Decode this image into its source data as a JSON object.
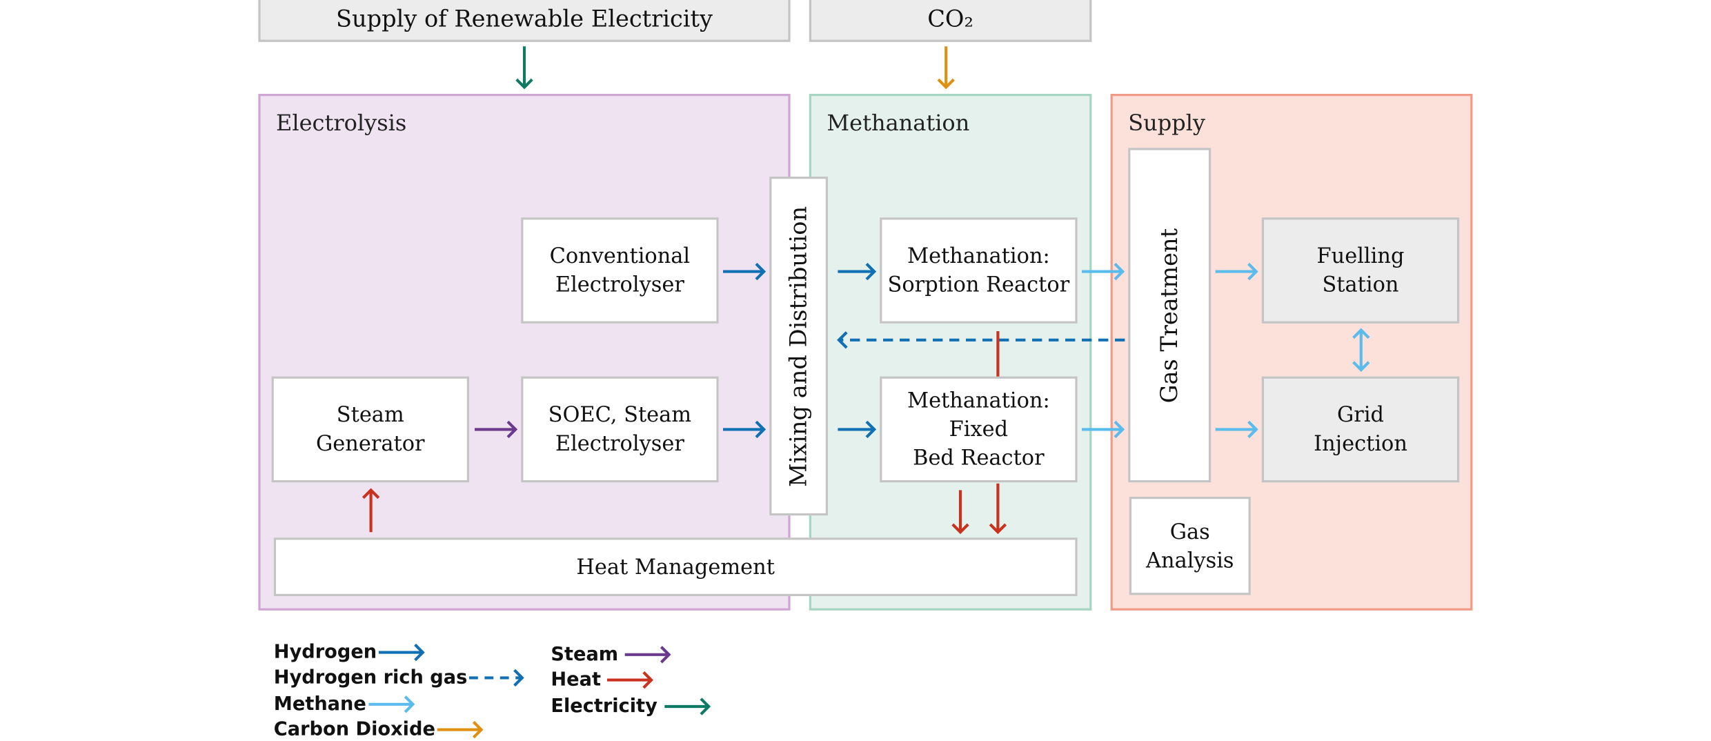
{
  "inputs": {
    "electricity": "Supply of Renewable Electricity",
    "co2": "CO₂"
  },
  "groups": {
    "electrolysis": {
      "label": "Electrolysis",
      "fill": "#efe3f2",
      "border": "#cfa6d3"
    },
    "methanation": {
      "label": "Methanation",
      "fill": "#e4f1ec",
      "border": "#a7d5c3"
    },
    "supply": {
      "label": "Supply",
      "fill": "#fce1da",
      "border": "#f29a88"
    }
  },
  "nodes": {
    "conventional_electrolyser": "Conventional\nElectrolyser",
    "steam_generator": "Steam\nGenerator",
    "soec": "SOEC, Steam\nElectrolyser",
    "mixing": "Mixing and Distribution",
    "sorption_reactor": "Methanation:\nSorption Reactor",
    "fixed_bed_reactor": "Methanation:\nFixed\nBed Reactor",
    "heat_management": "Heat Management",
    "gas_treatment": "Gas Treatment",
    "fuelling_station": "Fuelling\nStation",
    "grid_injection": "Grid\nInjection",
    "gas_analysis": "Gas\nAnalysis"
  },
  "colors": {
    "hydrogen": "#1170b3",
    "hydrogen_rich_gas": "#1170b3",
    "methane": "#5bbbec",
    "carbon_dioxide": "#df8f12",
    "steam": "#6c3a8c",
    "heat": "#c8321e",
    "electricity": "#0f7a63"
  },
  "legend": [
    {
      "label": "Hydrogen",
      "key": "hydrogen",
      "dashed": false
    },
    {
      "label": "Hydrogen rich gas",
      "key": "hydrogen_rich_gas",
      "dashed": true
    },
    {
      "label": "Methane",
      "key": "methane",
      "dashed": false
    },
    {
      "label": "Carbon Dioxide",
      "key": "carbon_dioxide",
      "dashed": false
    },
    {
      "label": "Steam",
      "key": "steam",
      "dashed": false
    },
    {
      "label": "Heat",
      "key": "heat",
      "dashed": false
    },
    {
      "label": "Electricity",
      "key": "electricity",
      "dashed": false
    }
  ]
}
